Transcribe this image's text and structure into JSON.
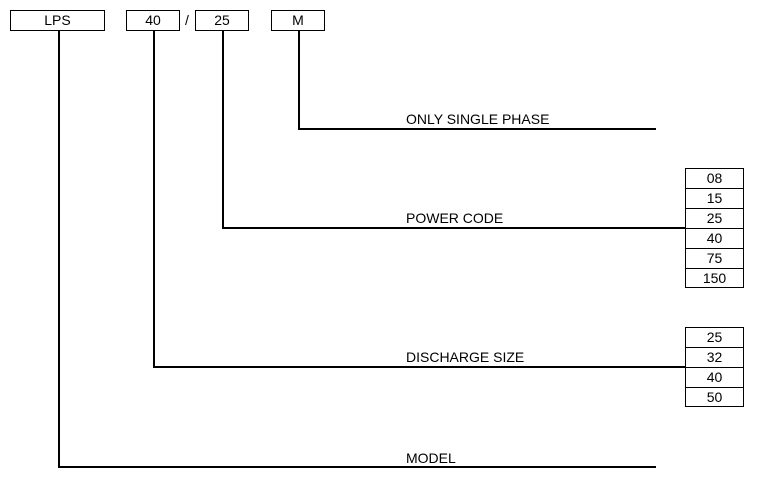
{
  "header": {
    "model": "LPS",
    "discharge": "40",
    "separator": "/",
    "power": "25",
    "phase": "M"
  },
  "labels": {
    "phase": "ONLY SINGLE PHASE",
    "power": "POWER CODE",
    "discharge": "DISCHARGE SIZE",
    "model": "MODEL"
  },
  "power_codes": [
    "08",
    "15",
    "25",
    "40",
    "75",
    "150"
  ],
  "discharge_sizes": [
    "25",
    "32",
    "40",
    "50"
  ]
}
